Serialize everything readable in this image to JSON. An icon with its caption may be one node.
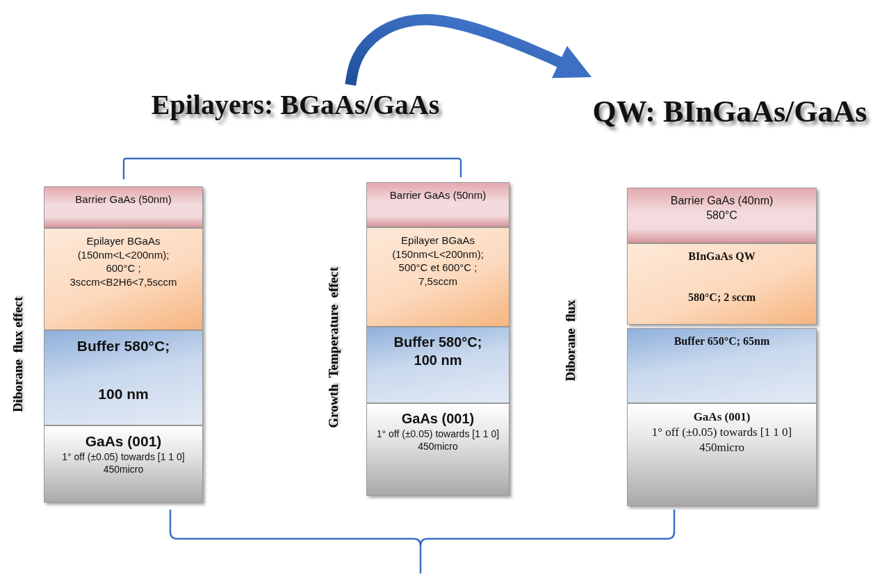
{
  "diagram": {
    "nodes": [
      {
        "text": [
          "Epilayers: BGaAs/GaAs"
        ]
      },
      {
        "text": [
          "QW: BInGaAs/GaAs"
        ]
      },
      {
        "text": [
          "Barrier GaAs (50nm)"
        ]
      },
      {
        "text": [
          "Epilayer BGaAs",
          "(150nm<L<200nm);",
          "600°C ;",
          "3sccm<B2H6<7,5sccm"
        ]
      },
      {
        "text": [
          "Buffer 580°C;",
          "100 nm"
        ]
      },
      {
        "text": [
          "GaAs (001)",
          "1° off (±0.05) towards [1 1 0] 450micro"
        ]
      },
      {
        "text": [
          "Barrier GaAs (50nm)"
        ]
      },
      {
        "text": [
          "Epilayer BGaAs",
          "(150nm<L<200nm);",
          "500°C et 600°C ;",
          "7,5sccm"
        ]
      },
      {
        "text": [
          "Buffer 580°C;",
          "100 nm"
        ]
      },
      {
        "text": [
          "GaAs (001)",
          "1° off (±0.05) towards [1 1 0] 450micro"
        ]
      },
      {
        "text": [
          "Barrier GaAs (40nm)",
          "580°C"
        ]
      },
      {
        "text": [
          "BInGaAs QW",
          "580°C; 2 sccm"
        ]
      },
      {
        "text": [
          "Buffer 650°C; 65nm"
        ]
      },
      {
        "text": [
          "GaAs (001)",
          "1° off (±0.05) towards [1 1 0] 450micro"
        ]
      }
    ],
    "edges": [
      {
        "from": 0,
        "to": 1,
        "arrow": "to",
        "style": "thick"
      }
    ],
    "labels": [
      "Diborane  flux effect",
      "Growth  Temperature  effect",
      "Diborane  flux"
    ]
  }
}
